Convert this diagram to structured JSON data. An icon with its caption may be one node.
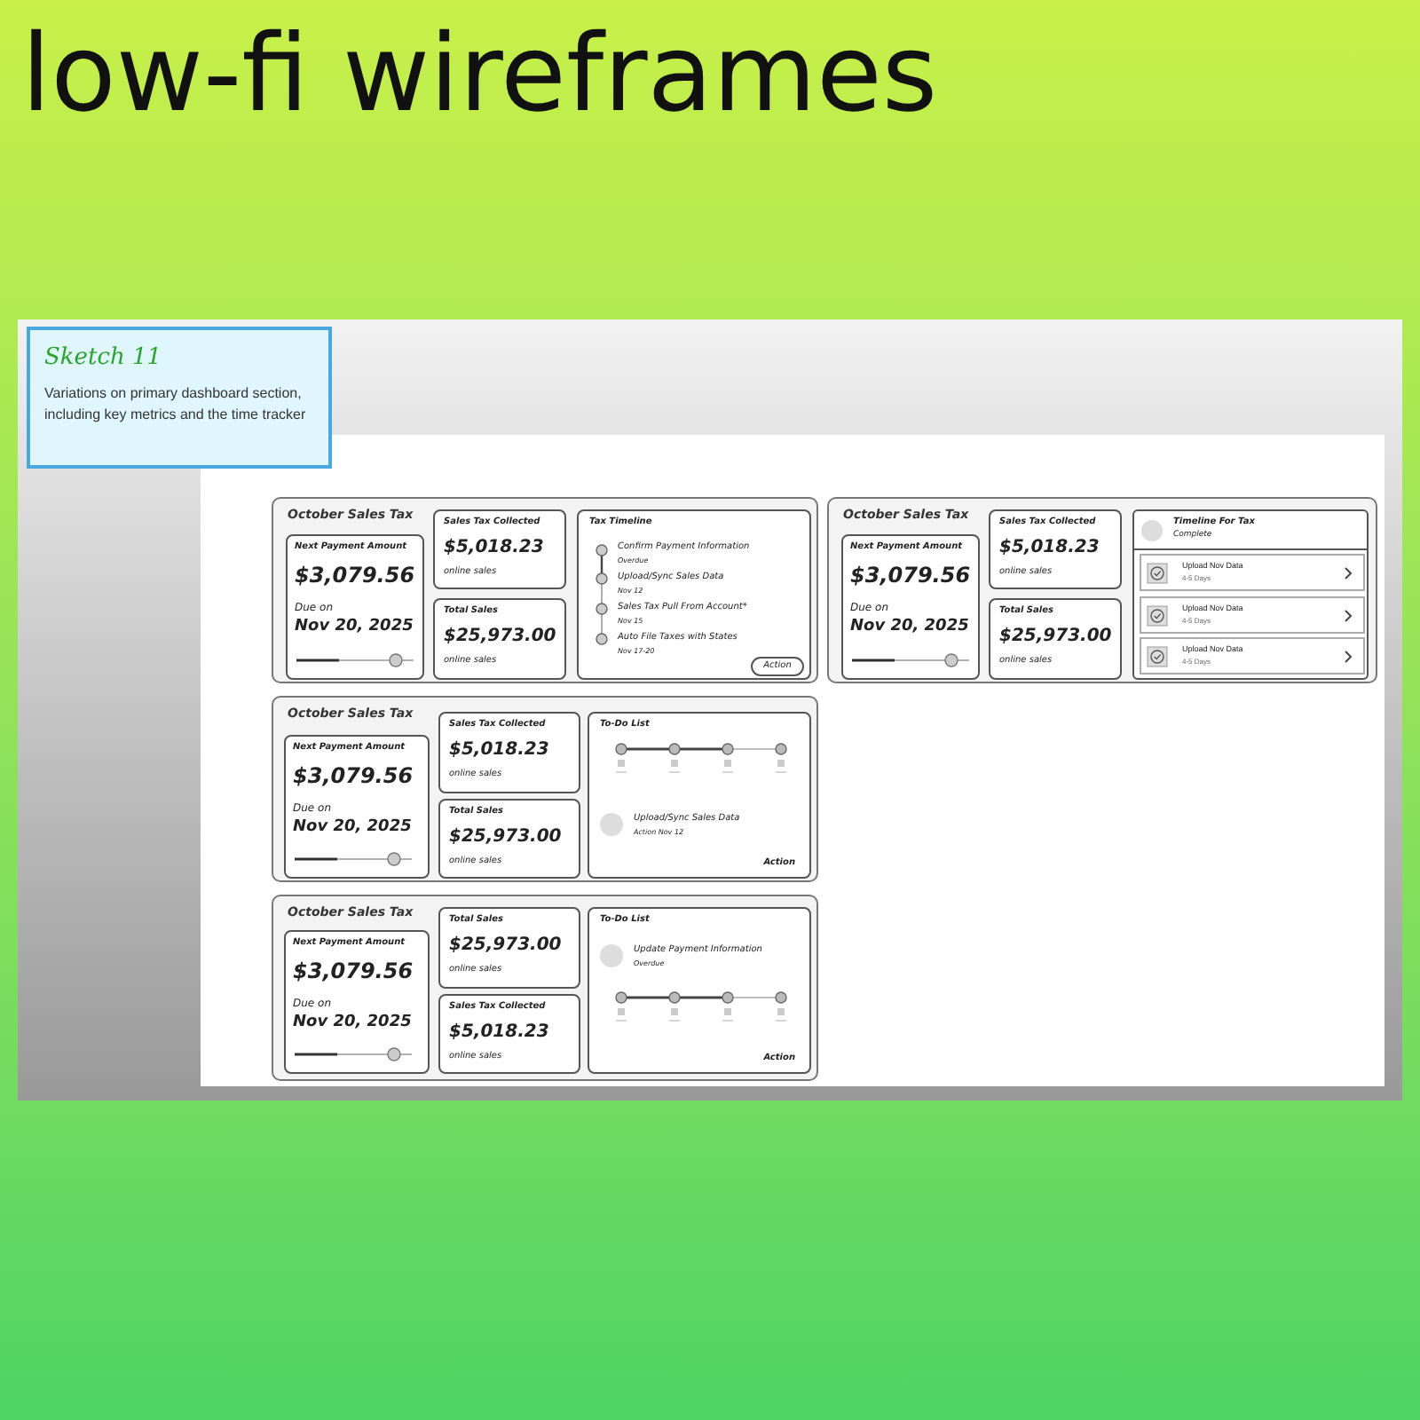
{
  "diagram": {
    "title": "low-fi wireframes",
    "nodes": [
      {
        "text": [
          "Sketch 11",
          "Variations on primary dashboard section, including key metrics and the time tracker"
        ]
      },
      {
        "text": [
          "October Sales Tax"
        ]
      },
      {
        "text": [
          "Next Payment Amount",
          "$3,079.56",
          "Due on",
          "Nov 20, 2025"
        ],
        "in": 1
      },
      {
        "text": [
          "Sales Tax Collected",
          "$5,018.23",
          "online sales"
        ],
        "in": 1
      },
      {
        "text": [
          "Total Sales",
          "$25,973.00",
          "online sales"
        ],
        "in": 1
      },
      {
        "text": [
          "Tax Timeline",
          "Confirm Payment Information",
          "Overdue",
          "Upload/Sync Sales Data",
          "Nov 12",
          "Sales Tax Pull From Account*",
          "Nov 15",
          "Auto File Taxes with States",
          "Nov 17-20"
        ],
        "in": 1
      },
      {
        "text": [
          "Action"
        ],
        "in": 5
      },
      {
        "text": [
          "October Sales Tax"
        ]
      },
      {
        "text": [
          "Next Payment Amount",
          "$3,079.56",
          "Due on",
          "Nov 20, 2025"
        ],
        "in": 7
      },
      {
        "text": [
          "Sales Tax Collected",
          "$5,018.23",
          "online sales"
        ],
        "in": 7
      },
      {
        "text": [
          "Total Sales",
          "$25,973.00",
          "online sales"
        ],
        "in": 7
      },
      {
        "text": [
          "Timeline For Tax",
          "Complete"
        ],
        "in": 7
      },
      {
        "text": [
          "Upload Nov Data",
          "4-5 Days"
        ],
        "in": 11
      },
      {
        "text": [
          "Upload Nov Data",
          "4-5 Days"
        ],
        "in": 11
      },
      {
        "text": [
          "Upload Nov Data",
          "4-5 Days"
        ],
        "in": 11
      },
      {
        "text": [
          "October Sales Tax"
        ]
      },
      {
        "text": [
          "Next Payment Amount",
          "$3,079.56",
          "Due on",
          "Nov 20, 2025"
        ],
        "in": 15
      },
      {
        "text": [
          "Sales Tax Collected",
          "$5,018.23",
          "online sales"
        ],
        "in": 15
      },
      {
        "text": [
          "Total Sales",
          "$25,973.00",
          "online sales"
        ],
        "in": 15
      },
      {
        "text": [
          "To-Do List",
          "Upload/Sync Sales Data",
          "Action Nov 12",
          "Action"
        ],
        "in": 15
      },
      {
        "text": [
          "October Sales Tax"
        ]
      },
      {
        "text": [
          "Next Payment Amount",
          "$3,079.56",
          "Due on",
          "Nov 20, 2025"
        ],
        "in": 20
      },
      {
        "text": [
          "Total Sales",
          "$25,973.00",
          "online sales"
        ],
        "in": 20
      },
      {
        "text": [
          "Sales Tax Collected",
          "$5,018.23",
          "online sales"
        ],
        "in": 20
      },
      {
        "text": [
          "To-Do List",
          "Update Payment Information",
          "Overdue",
          "Action"
        ],
        "in": 20
      }
    ]
  }
}
